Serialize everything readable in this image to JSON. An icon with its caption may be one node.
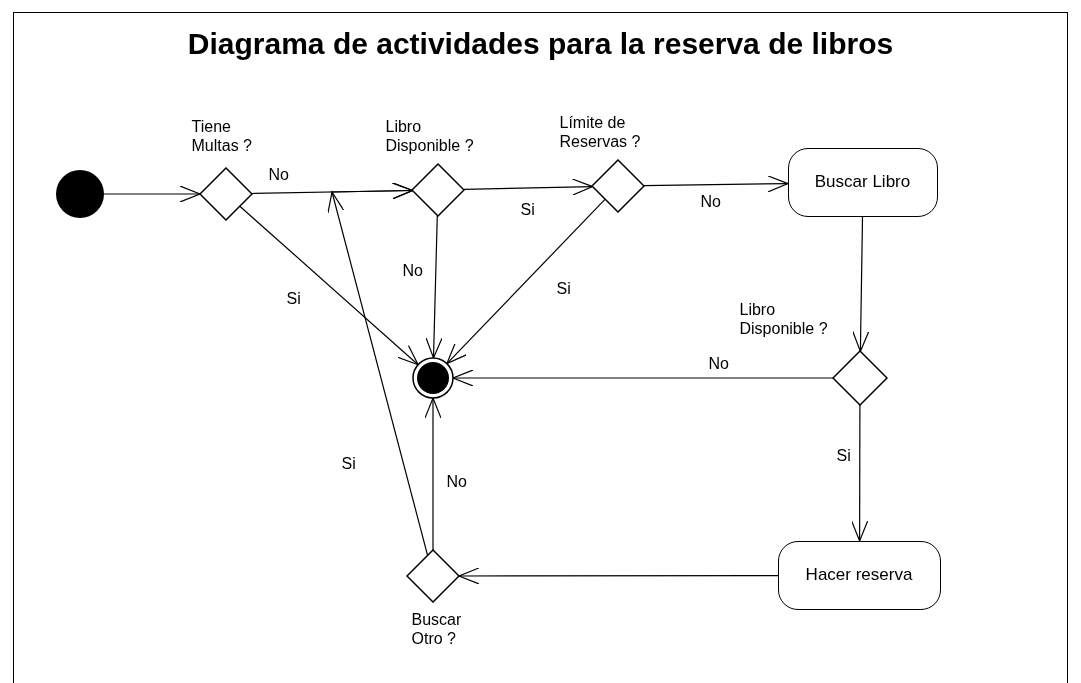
{
  "diagram": {
    "title": "Diagrama de actividades para la reserva de libros",
    "nodes": [
      {
        "text": [],
        "shape": "circle"
      },
      {
        "text": [
          "Tiene Multas ?"
        ]
      },
      {
        "text": [
          "Libro Disponible ?"
        ]
      },
      {
        "text": [
          "Límite de Reservas ?"
        ]
      },
      {
        "text": [
          "Buscar Libro"
        ]
      },
      {
        "text": [],
        "shape": "diamond",
        "beside": [
          "Libro Disponible ?"
        ]
      },
      {
        "text": [],
        "shape": "circle"
      },
      {
        "text": [
          "Hacer reserva"
        ]
      },
      {
        "text": [
          "Buscar Otro ?"
        ]
      }
    ],
    "edges": [
      {
        "from": 0,
        "to": 1,
        "arrow": "to"
      },
      {
        "from": 1,
        "to": 2,
        "arrow": "to",
        "label": "No"
      },
      {
        "from": 1,
        "to": 6,
        "arrow": "to",
        "label": "Si"
      },
      {
        "from": 2,
        "to": 3,
        "arrow": "to",
        "label": "Si"
      },
      {
        "from": 2,
        "to": 6,
        "arrow": "to",
        "label": "No"
      },
      {
        "from": 3,
        "to": 4,
        "arrow": "to",
        "label": "No"
      },
      {
        "from": 3,
        "to": 6,
        "arrow": "to",
        "label": "Si"
      },
      {
        "from": 4,
        "to": 5,
        "arrow": "to"
      },
      {
        "from": 5,
        "to": 6,
        "arrow": "to",
        "label": "No"
      },
      {
        "from": 5,
        "to": 7,
        "arrow": "to",
        "label": "Si"
      },
      {
        "from": 7,
        "to": 8,
        "arrow": "to"
      },
      {
        "from": 8,
        "to": 6,
        "arrow": "to",
        "label": "No"
      },
      {
        "from": 8,
        "to": 2,
        "arrow": "to",
        "label": "Si"
      }
    ]
  }
}
